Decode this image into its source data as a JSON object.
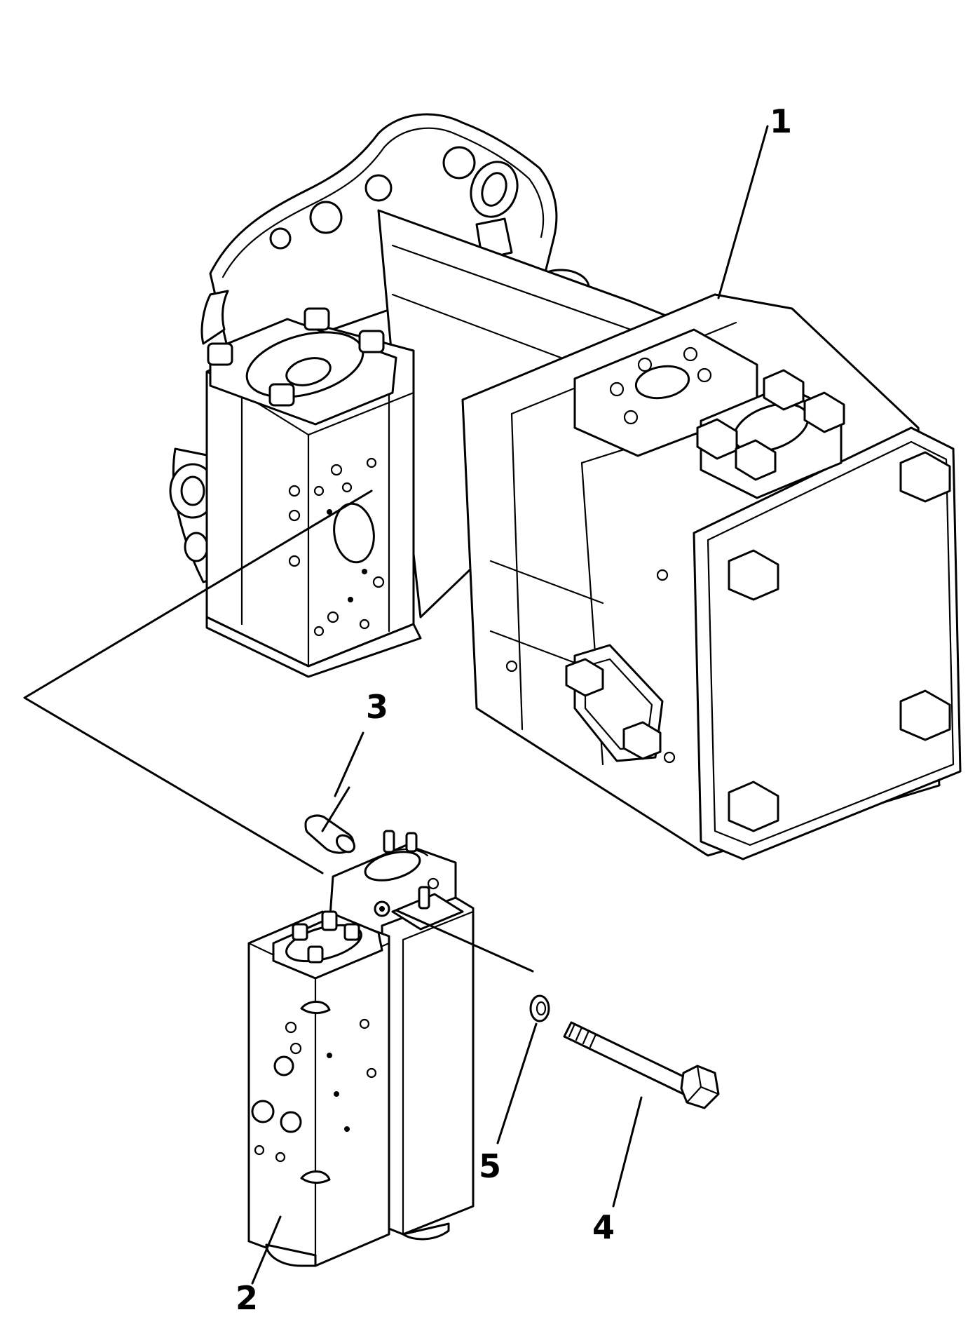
{
  "diagram": {
    "type": "exploded parts view",
    "callouts": [
      {
        "id": "1",
        "label": "1"
      },
      {
        "id": "2",
        "label": "2"
      },
      {
        "id": "3",
        "label": "3"
      },
      {
        "id": "4",
        "label": "4"
      },
      {
        "id": "5",
        "label": "5"
      }
    ],
    "colors": {
      "line": "#000000",
      "background": "#ffffff"
    }
  }
}
